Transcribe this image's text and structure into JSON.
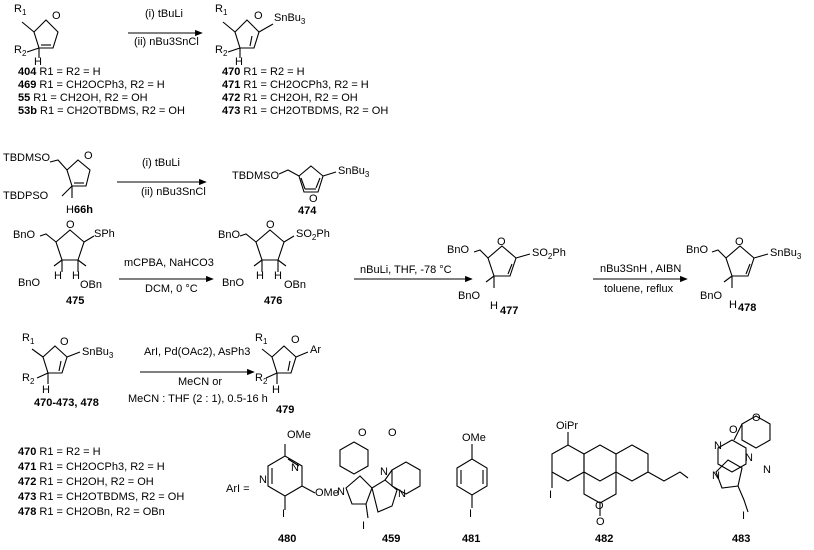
{
  "scheme1": {
    "reagent1": "(i) tBuLi",
    "reagent2": "(ii) nBu3SnCl",
    "starting_list": [
      {
        "id": "404",
        "text": "R1 = R2 = H"
      },
      {
        "id": "469",
        "text": "R1 = CH2OCPh3, R2 = H"
      },
      {
        "id": "55",
        "text": "R1 = CH2OH, R2 = OH"
      },
      {
        "id": "53b",
        "text": "R1 = CH2OTBDMS, R2 = OH"
      }
    ],
    "product_list": [
      {
        "id": "470",
        "text": "R1 = R2 = H"
      },
      {
        "id": "471",
        "text": "R1 = CH2OCPh3, R2 = H"
      },
      {
        "id": "472",
        "text": "R1 = CH2OH, R2 = OH"
      },
      {
        "id": "473",
        "text": "R1 = CH2OTBDMS, R2 = OH"
      }
    ]
  },
  "scheme2": {
    "reagent1": "(i) tBuLi",
    "reagent2": "(ii) nBu3SnCl",
    "sm_label": "66h",
    "product_label": "474"
  },
  "scheme3": {
    "step1": {
      "reagent_top": "mCPBA, NaHCO3",
      "reagent_bottom": "DCM, 0 °C"
    },
    "step2": {
      "reagent_top": "nBuLi, THF, -78 °C"
    },
    "step3": {
      "reagent_top": "nBu3SnH , AIBN",
      "reagent_bottom": "toluene, reflux"
    },
    "labels": [
      "475",
      "476",
      "477",
      "478"
    ]
  },
  "scheme4": {
    "reagent1": "ArI, Pd(OAc2), AsPh3",
    "reagent2": "MeCN  or",
    "reagent3": "MeCN : THF (2 : 1), 0.5-16 h",
    "sm_label": "470-473, 478",
    "product_label": "479",
    "list": [
      {
        "id": "470",
        "text": "R1 = R2 = H"
      },
      {
        "id": "471",
        "text": "R1 = CH2OCPh3, R2 = H"
      },
      {
        "id": "472",
        "text": "R1 = CH2OH, R2 = OH"
      },
      {
        "id": "473",
        "text": "R1 = CH2OTBDMS, R2 = OH"
      },
      {
        "id": "478",
        "text": "R1 = CH2OBn, R2 = OBn"
      }
    ],
    "ari_label": "ArI =",
    "aryl_labels": [
      "480",
      "459",
      "481",
      "482",
      "483"
    ]
  }
}
